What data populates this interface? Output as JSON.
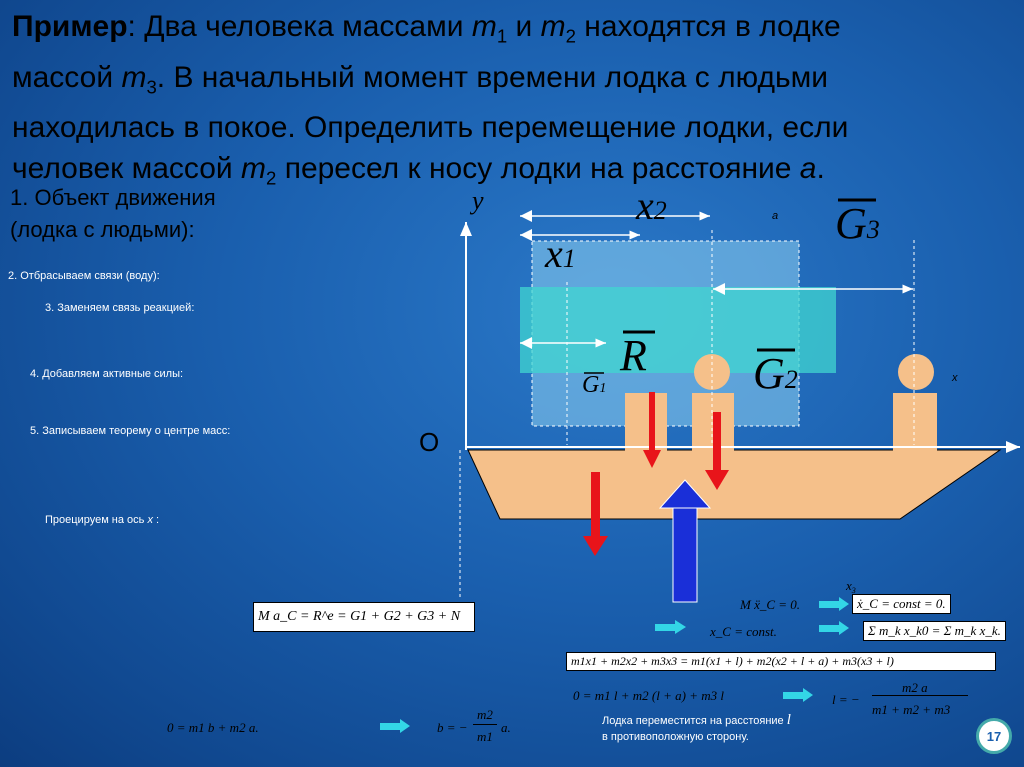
{
  "title": {
    "prefix": "Пример",
    "line1": ": Два человека массами ",
    "m1": "m",
    "m1_sub": "1",
    "and": " и ",
    "m2": "m",
    "m2_sub": "2",
    "line1_end": " находятся в лодке",
    "line2_a": "массой ",
    "m3": "m",
    "m3_sub": "3",
    "line2_b": ". В начальный момент времени лодка с людьми",
    "line3": "находилась в покое. Определить перемещение лодки, если",
    "line4_a": "человек массой ",
    "m2b": "m",
    "m2b_sub": "2",
    "line4_b": " пересел к носу лодки на расстояние ",
    "a": "a",
    "dot": "."
  },
  "steps": {
    "s1_line1": "1. Объект движения",
    "s1_line2": "(лодка с людьми):",
    "s2": "2. Отбрасываем связи (воду):",
    "s3": "3. Заменяем связь реакцией:",
    "s4": "4. Добавляем активные силы:",
    "s5": "5. Записываем теорему о центре масс:",
    "s6_a": "Проецируем на ось ",
    "s6_x": "x",
    "s6_b": " :"
  },
  "diagram": {
    "axis_y": "y",
    "axis_x": "x",
    "origin": "O",
    "label_x1": "x",
    "label_x1_sub": "1",
    "label_x2": "x",
    "label_x2_sub": "2",
    "label_a": "a",
    "label_G3": "G",
    "label_G3_sub": "3",
    "label_G2": "G",
    "label_G2_sub": "2",
    "label_G1": "G",
    "label_G1_sub": "1",
    "label_R": "R"
  },
  "equations": {
    "theorem": "M a_C = R^e = G1 + G2 + G3 + N",
    "mxc": "M ẍ_C = 0.",
    "x3": "x",
    "x3_sub": "3",
    "xc_dot": "ẋ_C = const = 0.",
    "xc_const": "x_C = const.",
    "sum": "Σ m_k x_k0 = Σ m_k x_k.",
    "long_eq": "m1x1 + m2x2 + m3x3 = m1(x1 + l) + m2(x2 + l + a) + m3(x3 + l)",
    "zero_eq": "0 = m1 l + m2 (l + a) + m3 l",
    "l_num": "m2 a",
    "l_lhs": "l = −",
    "l_den": "m1 + m2 + m3",
    "b_eq": "0 = m1 b + m2 a.",
    "b_lhs": "b = −",
    "b_num": "m2",
    "b_den": "m1",
    "b_tail": "a."
  },
  "conclusion": {
    "line1": "Лодка переместится на расстояние ",
    "l": "l",
    "line2": "в противоположную сторону."
  },
  "page_number": "17",
  "colors": {
    "background": "#1a5fae",
    "boat": "#f5c08a",
    "arrow_red": "#e8141a",
    "arrow_blue": "#1a2fd8",
    "cyan_rect": "#40d6d0",
    "light_rect": "#7ec4e8",
    "callout_arrow": "#33d6e6"
  }
}
